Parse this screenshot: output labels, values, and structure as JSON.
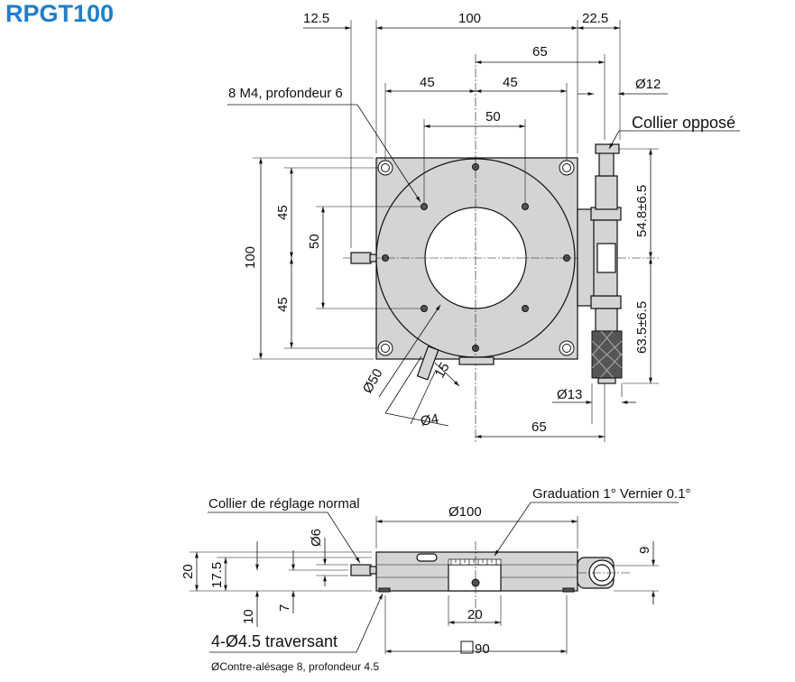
{
  "title": "RPGT100",
  "top_view": {
    "dims": {
      "d12_5": "12.5",
      "d100_top": "100",
      "d22_5": "22.5",
      "d65_top": "65",
      "d45_left": "45",
      "d45_right": "45",
      "d50_top": "50",
      "phi12": "Ø12",
      "d45_v_upper": "45",
      "d50_v": "50",
      "d100_v": "100",
      "d45_v_lower": "45",
      "d54_8": "54.8±6.5",
      "d63_5": "63.5±6.5",
      "phi50": "Ø50",
      "d15": "15",
      "phi4": "Ø4",
      "phi13": "Ø13",
      "d65_bottom": "65"
    },
    "labels": {
      "m4": "8 M4, profondeur 6",
      "collier_oppose": "Collier opposé"
    }
  },
  "side_view": {
    "dims": {
      "phi100": "Ø100",
      "phi6": "Ø6",
      "d20": "20",
      "d17_5": "17.5",
      "d7": "7",
      "d10": "10",
      "d9": "9",
      "d20_center": "20",
      "sq90": "90"
    },
    "labels": {
      "collier_reglage": "Collier de réglage normal",
      "graduation": "Graduation 1°  Vernier 0.1°",
      "traversant": "4-Ø4.5 traversant",
      "contre_alesage": "ØContre-alésage 8, profondeur 4.5"
    }
  }
}
